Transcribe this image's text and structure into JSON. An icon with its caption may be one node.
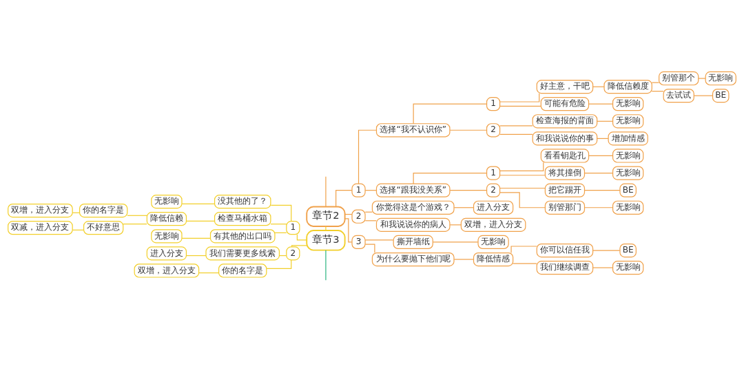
{
  "diagram": {
    "nodes": [
      {
        "text": [
          "章节2"
        ]
      },
      {
        "text": [
          "1"
        ]
      },
      {
        "text": [
          "选择“我不认识你”"
        ]
      },
      {
        "text": [
          "1"
        ]
      },
      {
        "text": [
          "好主意，干吧"
        ]
      },
      {
        "text": [
          "降低信赖度"
        ]
      },
      {
        "text": [
          "别管那个"
        ]
      },
      {
        "text": [
          "无影响"
        ]
      },
      {
        "text": [
          "去试试"
        ]
      },
      {
        "text": [
          "BE"
        ]
      },
      {
        "text": [
          "可能有危险"
        ]
      },
      {
        "text": [
          "无影响"
        ]
      },
      {
        "text": [
          "2"
        ]
      },
      {
        "text": [
          "检查海报的背面"
        ]
      },
      {
        "text": [
          "无影响"
        ]
      },
      {
        "text": [
          "和我说说你的事"
        ]
      },
      {
        "text": [
          "增加情感"
        ]
      },
      {
        "text": [
          "选择“跟我没关系”"
        ]
      },
      {
        "text": [
          "1"
        ]
      },
      {
        "text": [
          "看看钥匙孔"
        ]
      },
      {
        "text": [
          "无影响"
        ]
      },
      {
        "text": [
          "将其撞倒"
        ]
      },
      {
        "text": [
          "无影响"
        ]
      },
      {
        "text": [
          "2"
        ]
      },
      {
        "text": [
          "把它踢开"
        ]
      },
      {
        "text": [
          "BE"
        ]
      },
      {
        "text": [
          "别管那门"
        ]
      },
      {
        "text": [
          "无影响"
        ]
      },
      {
        "text": [
          "2"
        ]
      },
      {
        "text": [
          "你觉得这是个游戏？"
        ]
      },
      {
        "text": [
          "进入分支"
        ]
      },
      {
        "text": [
          "和我说说你的病人"
        ]
      },
      {
        "text": [
          "双增，进入分支"
        ]
      },
      {
        "text": [
          "3"
        ]
      },
      {
        "text": [
          "撕开墙纸"
        ]
      },
      {
        "text": [
          "无影响"
        ]
      },
      {
        "text": [
          "为什么要抛下他们呢"
        ]
      },
      {
        "text": [
          "降低情感"
        ]
      },
      {
        "text": [
          "你可以信任我"
        ]
      },
      {
        "text": [
          "BE"
        ]
      },
      {
        "text": [
          "我们继续调查"
        ]
      },
      {
        "text": [
          "无影响"
        ]
      },
      {
        "text": [
          "章节3"
        ]
      },
      {
        "text": [
          "1"
        ]
      },
      {
        "text": [
          "没其他的了？"
        ]
      },
      {
        "text": [
          "无影响"
        ]
      },
      {
        "text": [
          "检查马桶水箱"
        ]
      },
      {
        "text": [
          "降低信赖"
        ]
      },
      {
        "text": [
          "你的名字是"
        ]
      },
      {
        "text": [
          "双增，进入分支"
        ]
      },
      {
        "text": [
          "不好意思"
        ]
      },
      {
        "text": [
          "双减，进入分支"
        ]
      },
      {
        "text": [
          "有其他的出口吗"
        ]
      },
      {
        "text": [
          "无影响"
        ]
      },
      {
        "text": [
          "2"
        ]
      },
      {
        "text": [
          "我们需要更多线索"
        ]
      },
      {
        "text": [
          "进入分支"
        ]
      },
      {
        "text": [
          "你的名字是"
        ]
      },
      {
        "text": [
          "双增，进入分支"
        ]
      }
    ],
    "edges": [
      {
        "from": null,
        "to": 0,
        "arrow": "none"
      },
      {
        "from": 0,
        "to": 1,
        "arrow": "none"
      },
      {
        "from": 1,
        "to": 2,
        "arrow": "none"
      },
      {
        "from": 2,
        "to": 3,
        "arrow": "none"
      },
      {
        "from": 3,
        "to": 4,
        "arrow": "none"
      },
      {
        "from": 4,
        "to": 5,
        "arrow": "none"
      },
      {
        "from": 5,
        "to": 6,
        "arrow": "none"
      },
      {
        "from": 6,
        "to": 7,
        "arrow": "none"
      },
      {
        "from": 5,
        "to": 8,
        "arrow": "none"
      },
      {
        "from": 8,
        "to": 9,
        "arrow": "none"
      },
      {
        "from": 3,
        "to": 10,
        "arrow": "none"
      },
      {
        "from": 10,
        "to": 11,
        "arrow": "none"
      },
      {
        "from": 2,
        "to": 12,
        "arrow": "none"
      },
      {
        "from": 12,
        "to": 13,
        "arrow": "none"
      },
      {
        "from": 13,
        "to": 14,
        "arrow": "none"
      },
      {
        "from": 12,
        "to": 15,
        "arrow": "none"
      },
      {
        "from": 15,
        "to": 16,
        "arrow": "none"
      },
      {
        "from": 1,
        "to": 17,
        "arrow": "none"
      },
      {
        "from": 17,
        "to": 18,
        "arrow": "none"
      },
      {
        "from": 18,
        "to": 19,
        "arrow": "none"
      },
      {
        "from": 19,
        "to": 20,
        "arrow": "none"
      },
      {
        "from": 18,
        "to": 21,
        "arrow": "none"
      },
      {
        "from": 21,
        "to": 22,
        "arrow": "none"
      },
      {
        "from": 17,
        "to": 23,
        "arrow": "none"
      },
      {
        "from": 23,
        "to": 24,
        "arrow": "none"
      },
      {
        "from": 24,
        "to": 25,
        "arrow": "none"
      },
      {
        "from": 23,
        "to": 26,
        "arrow": "none"
      },
      {
        "from": 26,
        "to": 27,
        "arrow": "none"
      },
      {
        "from": 0,
        "to": 28,
        "arrow": "none"
      },
      {
        "from": 28,
        "to": 29,
        "arrow": "none"
      },
      {
        "from": 29,
        "to": 30,
        "arrow": "none"
      },
      {
        "from": 28,
        "to": 31,
        "arrow": "none"
      },
      {
        "from": 31,
        "to": 32,
        "arrow": "none"
      },
      {
        "from": 0,
        "to": 33,
        "arrow": "none"
      },
      {
        "from": 33,
        "to": 34,
        "arrow": "none"
      },
      {
        "from": 34,
        "to": 35,
        "arrow": "none"
      },
      {
        "from": 33,
        "to": 36,
        "arrow": "none"
      },
      {
        "from": 36,
        "to": 37,
        "arrow": "none"
      },
      {
        "from": 37,
        "to": 38,
        "arrow": "none"
      },
      {
        "from": 38,
        "to": 39,
        "arrow": "none"
      },
      {
        "from": 37,
        "to": 40,
        "arrow": "none"
      },
      {
        "from": 40,
        "to": 41,
        "arrow": "none"
      },
      {
        "from": 0,
        "to": 42,
        "arrow": "none",
        "color": "#f2cf2a"
      },
      {
        "from": 42,
        "to": 43,
        "arrow": "none",
        "color": "#f2cf2a"
      },
      {
        "from": 43,
        "to": 44,
        "arrow": "none",
        "color": "#f2cf2a"
      },
      {
        "from": 44,
        "to": 45,
        "arrow": "none",
        "color": "#f2cf2a"
      },
      {
        "from": 43,
        "to": 46,
        "arrow": "none",
        "color": "#f2cf2a"
      },
      {
        "from": 46,
        "to": 47,
        "arrow": "none",
        "color": "#f2cf2a"
      },
      {
        "from": 47,
        "to": 48,
        "arrow": "none",
        "color": "#f2cf2a"
      },
      {
        "from": 48,
        "to": 49,
        "arrow": "none",
        "color": "#f2cf2a"
      },
      {
        "from": 47,
        "to": 50,
        "arrow": "none",
        "color": "#f2cf2a"
      },
      {
        "from": 50,
        "to": 51,
        "arrow": "none",
        "color": "#f2cf2a"
      },
      {
        "from": 43,
        "to": 52,
        "arrow": "none",
        "color": "#f2cf2a"
      },
      {
        "from": 52,
        "to": 53,
        "arrow": "none",
        "color": "#f2cf2a"
      },
      {
        "from": 42,
        "to": 54,
        "arrow": "none",
        "color": "#f2cf2a"
      },
      {
        "from": 54,
        "to": 55,
        "arrow": "none",
        "color": "#f2cf2a"
      },
      {
        "from": 55,
        "to": 56,
        "arrow": "none",
        "color": "#f2cf2a"
      },
      {
        "from": 54,
        "to": 57,
        "arrow": "none",
        "color": "#f2cf2a"
      },
      {
        "from": 57,
        "to": 58,
        "arrow": "none",
        "color": "#f2cf2a"
      },
      {
        "from": 42,
        "to": null,
        "arrow": "none",
        "color": "#2bb57f"
      }
    ]
  }
}
